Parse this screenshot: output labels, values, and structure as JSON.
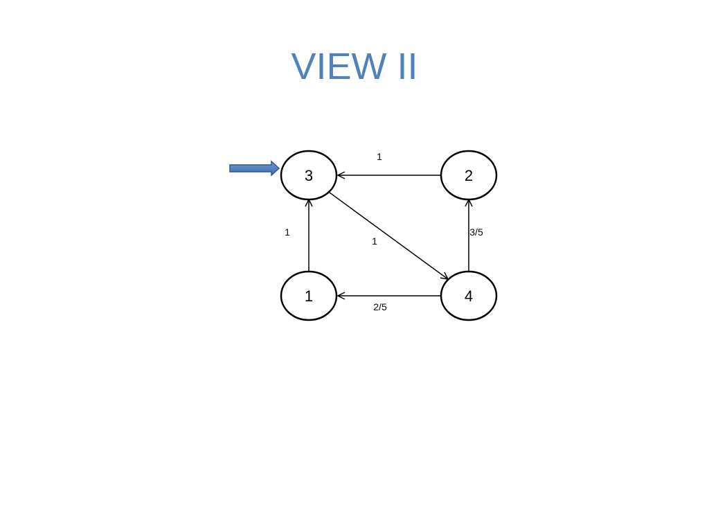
{
  "slide": {
    "title": "VIEW II"
  },
  "pointer": {
    "icon": "right-arrow-icon",
    "color": "#4F81BD",
    "target_node": "3"
  },
  "graph": {
    "nodes": [
      {
        "id": "n3",
        "label": "3"
      },
      {
        "id": "n2",
        "label": "2"
      },
      {
        "id": "n1",
        "label": "1"
      },
      {
        "id": "n4",
        "label": "4"
      }
    ],
    "edges": [
      {
        "id": "e-2-3",
        "from": "2",
        "to": "3",
        "label": "1"
      },
      {
        "id": "e-1-3",
        "from": "1",
        "to": "3",
        "label": "1"
      },
      {
        "id": "e-3-4",
        "from": "3",
        "to": "4",
        "label": "1"
      },
      {
        "id": "e-4-2",
        "from": "4",
        "to": "2",
        "label": "3/5"
      },
      {
        "id": "e-4-1",
        "from": "4",
        "to": "1",
        "label": "2/5"
      }
    ]
  }
}
